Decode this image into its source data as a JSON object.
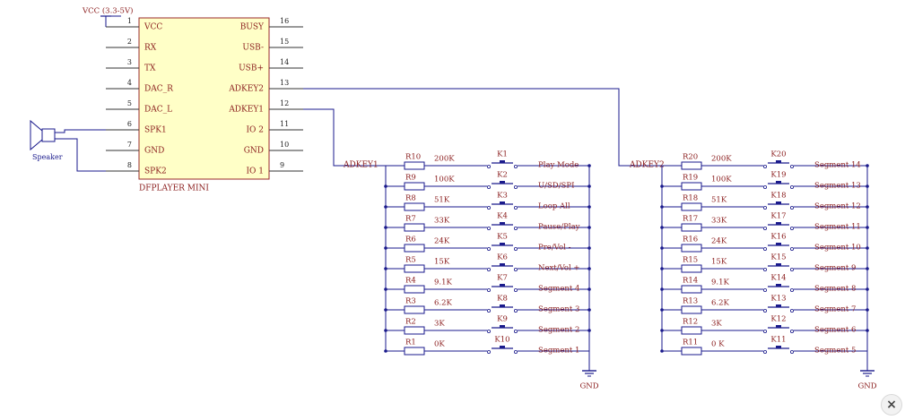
{
  "colors": {
    "wire": "#1a1a8c",
    "text": "#8a1c1c",
    "ic_fill": "#ffffc7",
    "ic_border": "#9a2a2a",
    "pin": "#333333"
  },
  "chip": {
    "name": "DFPLAYER MINI",
    "vcc_label": "VCC (3.3-5V)",
    "left_pins": [
      {
        "num": "1",
        "label": "VCC"
      },
      {
        "num": "2",
        "label": "RX"
      },
      {
        "num": "3",
        "label": "TX"
      },
      {
        "num": "4",
        "label": "DAC_R"
      },
      {
        "num": "5",
        "label": "DAC_L"
      },
      {
        "num": "6",
        "label": "SPK1"
      },
      {
        "num": "7",
        "label": "GND"
      },
      {
        "num": "8",
        "label": "SPK2"
      }
    ],
    "right_pins": [
      {
        "num": "16",
        "label": "BUSY"
      },
      {
        "num": "15",
        "label": "USB-"
      },
      {
        "num": "14",
        "label": "USB+"
      },
      {
        "num": "13",
        "label": "ADKEY2"
      },
      {
        "num": "12",
        "label": "ADKEY1"
      },
      {
        "num": "11",
        "label": "IO 2"
      },
      {
        "num": "10",
        "label": "GND"
      },
      {
        "num": "9",
        "label": "IO 1"
      }
    ]
  },
  "speaker_label": "Speaker",
  "ladders": [
    {
      "net": "ADKEY1",
      "gnd": "GND",
      "rows": [
        {
          "r": "R10",
          "val": "200K",
          "k": "K1",
          "func": "Play Mode"
        },
        {
          "r": "R9",
          "val": "100K",
          "k": "K2",
          "func": "U/SD/SPI"
        },
        {
          "r": "R8",
          "val": "51K",
          "k": "K3",
          "func": "Loop All"
        },
        {
          "r": "R7",
          "val": "33K",
          "k": "K4",
          "func": "Pause/Play"
        },
        {
          "r": "R6",
          "val": "24K",
          "k": "K5",
          "func": "Pre/Vol -"
        },
        {
          "r": "R5",
          "val": "15K",
          "k": "K6",
          "func": "Next/Vol +"
        },
        {
          "r": "R4",
          "val": "9.1K",
          "k": "K7",
          "func": "Segment 4"
        },
        {
          "r": "R3",
          "val": "6.2K",
          "k": "K8",
          "func": "Segment 3"
        },
        {
          "r": "R2",
          "val": "3K",
          "k": "K9",
          "func": "Segment 2"
        },
        {
          "r": "R1",
          "val": "0K",
          "k": "K10",
          "func": "Segment 1"
        }
      ]
    },
    {
      "net": "ADKEY2",
      "gnd": "GND",
      "rows": [
        {
          "r": "R20",
          "val": "200K",
          "k": "K20",
          "func": "Segment 14"
        },
        {
          "r": "R19",
          "val": "100K",
          "k": "K19",
          "func": "Segment 13"
        },
        {
          "r": "R18",
          "val": "51K",
          "k": "K18",
          "func": "Segment 12"
        },
        {
          "r": "R17",
          "val": "33K",
          "k": "K17",
          "func": "Segment 11"
        },
        {
          "r": "R16",
          "val": "24K",
          "k": "K16",
          "func": "Segment 10"
        },
        {
          "r": "R15",
          "val": "15K",
          "k": "K15",
          "func": "Segment 9"
        },
        {
          "r": "R14",
          "val": "9.1K",
          "k": "K14",
          "func": "Segment 8"
        },
        {
          "r": "R13",
          "val": "6.2K",
          "k": "K13",
          "func": "Segment 7"
        },
        {
          "r": "R12",
          "val": "3K",
          "k": "K12",
          "func": "Segment 6"
        },
        {
          "r": "R11",
          "val": "0 K",
          "k": "K11",
          "func": "Segment 5"
        }
      ]
    }
  ],
  "close_glyph": "×"
}
